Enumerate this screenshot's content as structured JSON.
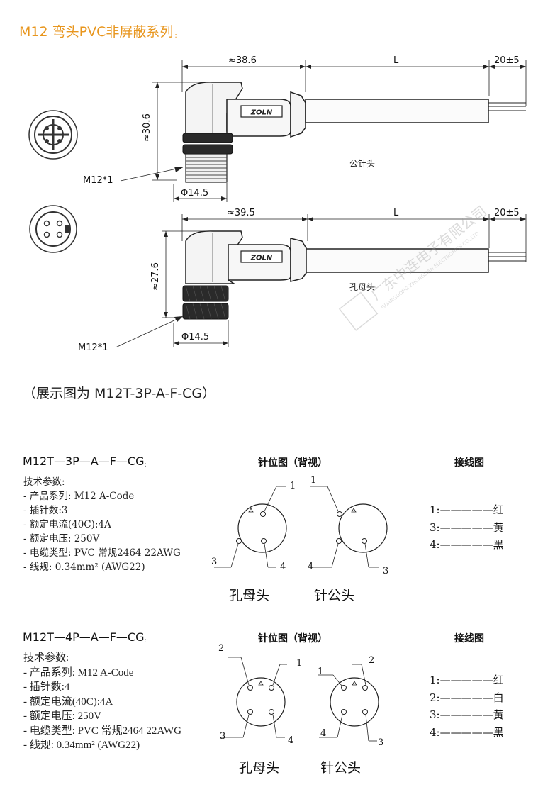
{
  "title": "M12 弯头PVC非屏蔽系列",
  "title_suffix": ":",
  "drawings": {
    "male": {
      "dim_length_head": "≈38.6",
      "dim_cable": "L",
      "dim_strip": "20±5",
      "dim_height": "≈30.6",
      "thread": "M12*1",
      "diameter": "Φ14.5",
      "brand": "ZOLN",
      "label": "公针头"
    },
    "female": {
      "dim_length_head": "≈39.5",
      "dim_cable": "L",
      "dim_strip": "20±5",
      "dim_height": "≈27.6",
      "thread": "M12*1",
      "diameter": "Φ14.5",
      "brand": "ZOLN",
      "label": "孔母头"
    },
    "watermark_cn": "广东中连电子有限公司",
    "watermark_en": "GUANGDONG ZHONGLIAN ELECTRONICS CO.,LTD"
  },
  "caption": "（展示图为 M12T-3P-A-F-CG）",
  "sections": [
    {
      "model": "M12T—3P—A—F—CG",
      "model_suffix": ":",
      "params_title": "技术参数:",
      "params": [
        "- 产品系列: M12 A-Code",
        "- 插针数:3",
        "- 额定电流(40C):4A",
        "- 额定电压: 250V",
        "- 电缆类型: PVC 常规2464 22AWG",
        "- 线规: 0.34mm² (AWG22)"
      ],
      "pin_header": "针位图（背视）",
      "wiring_header": "接线图",
      "female_label": "孔母头",
      "male_label": "针公头",
      "female_pins": [
        "1",
        "3",
        "4"
      ],
      "male_pins": [
        "1",
        "4",
        "3"
      ],
      "wiring": [
        "1:—————红",
        "3:—————黄",
        "4:—————黑"
      ]
    },
    {
      "model": "M12T—4P—A—F—CG",
      "model_suffix": ":",
      "params_title": "技术参数:",
      "params": [
        "- 产品系列: M12 A-Code",
        "- 插针数:4",
        "- 额定电流(40C):4A",
        "- 额定电压: 250V",
        "- 电缆类型: PVC 常规2464 22AWG",
        "- 线规: 0.34mm² (AWG22)"
      ],
      "pin_header": "针位图（背视）",
      "wiring_header": "接线图",
      "female_label": "孔母头",
      "male_label": "针公头",
      "female_pins": [
        "2",
        "1",
        "3",
        "4"
      ],
      "male_pins": [
        "1",
        "2",
        "4",
        "3"
      ],
      "wiring": [
        "1:—————红",
        "2:—————白",
        "3:—————黄",
        "4:—————黑"
      ]
    }
  ]
}
